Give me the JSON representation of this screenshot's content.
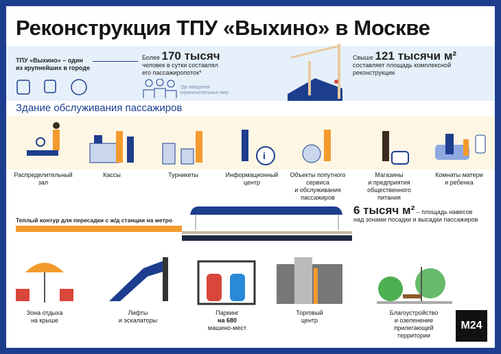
{
  "title": "Реконструкция ТПУ «Выхино» в Москве",
  "intro": {
    "line1": "ТПУ «Выхино» – один",
    "line2": "из крупнейших в городе"
  },
  "passengers": {
    "prefix": "Более",
    "value": "170 тысяч",
    "line1": "человек в сутки составлял",
    "line2": "его пассажиропоток*",
    "note1": "*До введения",
    "note2": "ограничительных мер"
  },
  "area": {
    "prefix": "Свыше",
    "value": "121 тысячи м²",
    "line1": "составляет площадь комплексной",
    "line2": "реконструкции"
  },
  "section_title": "Здание обслуживания пассажиров",
  "facilities": [
    {
      "l1": "Распределительный",
      "l2": "зал"
    },
    {
      "l1": "Кассы"
    },
    {
      "l1": "Турникеты"
    },
    {
      "l1": "Информационный",
      "l2": "центр"
    },
    {
      "l1": "Объекты попутного",
      "l2": "сервиса",
      "l3": "и обслуживания",
      "l4": "пассажиров"
    },
    {
      "l1": "Магазины",
      "l2": "и предприятия",
      "l3": "общественного",
      "l4": "питания"
    },
    {
      "l1": "Комнаты матери",
      "l2": "и ребенка"
    }
  ],
  "warm_contour": "Теплый контур для пересадки с ж/д станции на метро",
  "canopy": {
    "value": "6 тысяч м²",
    "line1": "– площадь навесов",
    "line2": "над зонами посадки и высадки пассажиров"
  },
  "amenities": [
    {
      "l1": "Зона отдыха",
      "l2": "на крыше"
    },
    {
      "l1": "Лифты",
      "l2": "и эскалаторы"
    },
    {
      "l1": "Паркинг",
      "l2": "на 680",
      "l3": "машино-мест"
    },
    {
      "l1": "Торговый",
      "l2": "центр"
    },
    {
      "l1": "Благоустройство",
      "l2": "и озеленение",
      "l3": "прилегающей",
      "l4": "территории"
    }
  ],
  "logo": "M24",
  "colors": {
    "blue": "#1d3e8e",
    "orange": "#f39a2e",
    "light_blue": "#e6f0fa",
    "cream": "#fdf6e4"
  }
}
